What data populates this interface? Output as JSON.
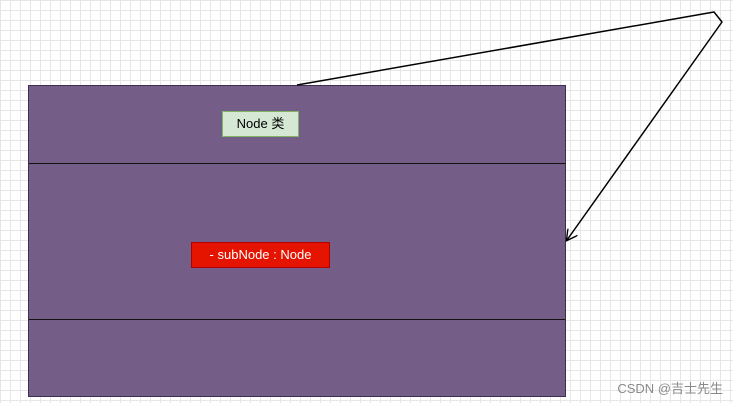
{
  "class": {
    "name_label": "Node 类",
    "field_label": "-  subNode : Node"
  },
  "watermark": "CSDN @吉士先生",
  "colors": {
    "class_fill": "#745e87",
    "name_fill": "#d5e8d4",
    "field_fill": "#e51400",
    "arrow": "#000000"
  }
}
